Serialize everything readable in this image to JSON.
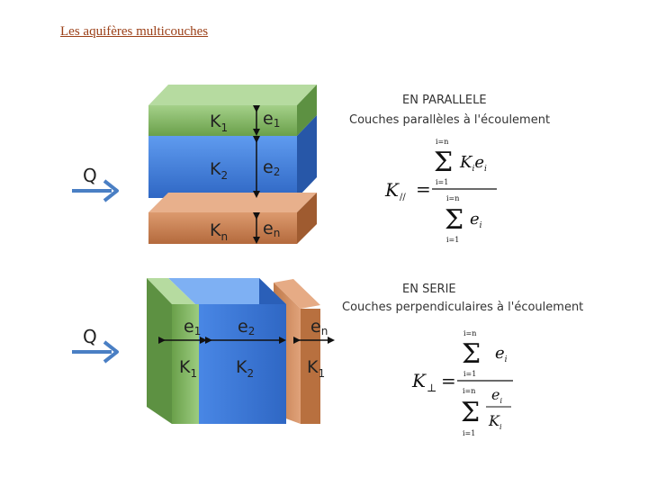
{
  "title": "Les aquifères multicouches",
  "parallel": {
    "heading": "EN PARALLELE",
    "subheading": "Couches parallèles à l'écoulement",
    "flow_label": "Q",
    "layers": [
      {
        "k": "K",
        "k_sub": "1",
        "e": "e",
        "e_sub": "1",
        "color": "#7db55a"
      },
      {
        "k": "K",
        "k_sub": "2",
        "e": "e",
        "e_sub": "2",
        "color": "#3f7fd9"
      },
      {
        "k": "K",
        "k_sub": "n",
        "e": "e",
        "e_sub": "n",
        "color": "#c97d4e"
      }
    ],
    "formula": {
      "lhs": "K",
      "lhs_sub": "//",
      "sum_top": "i=n",
      "sum_bottom": "i=1",
      "num": "K",
      "num_sub": "i",
      "num2": "e",
      "num2_sub": "i",
      "den": "e",
      "den_sub": "i"
    }
  },
  "series": {
    "heading": "EN SERIE",
    "subheading": "Couches perpendiculaires à l'écoulement",
    "flow_label": "Q",
    "layers": [
      {
        "k": "K",
        "k_sub": "1",
        "e": "e",
        "e_sub": "1",
        "color": "#7db55a"
      },
      {
        "k": "K",
        "k_sub": "2",
        "e": "e",
        "e_sub": "2",
        "color": "#3f7fd9"
      },
      {
        "k": "K",
        "k_sub": "1",
        "e": "e",
        "e_sub": "n",
        "color": "#c97d4e"
      }
    ],
    "formula": {
      "lhs": "K",
      "lhs_sub": "⊥",
      "sum_top": "i=n",
      "sum_bottom": "i=1",
      "num": "e",
      "num_sub": "i",
      "den": "e",
      "den_sub": "i",
      "den_frac": "K",
      "den_frac_sub": "i"
    }
  }
}
